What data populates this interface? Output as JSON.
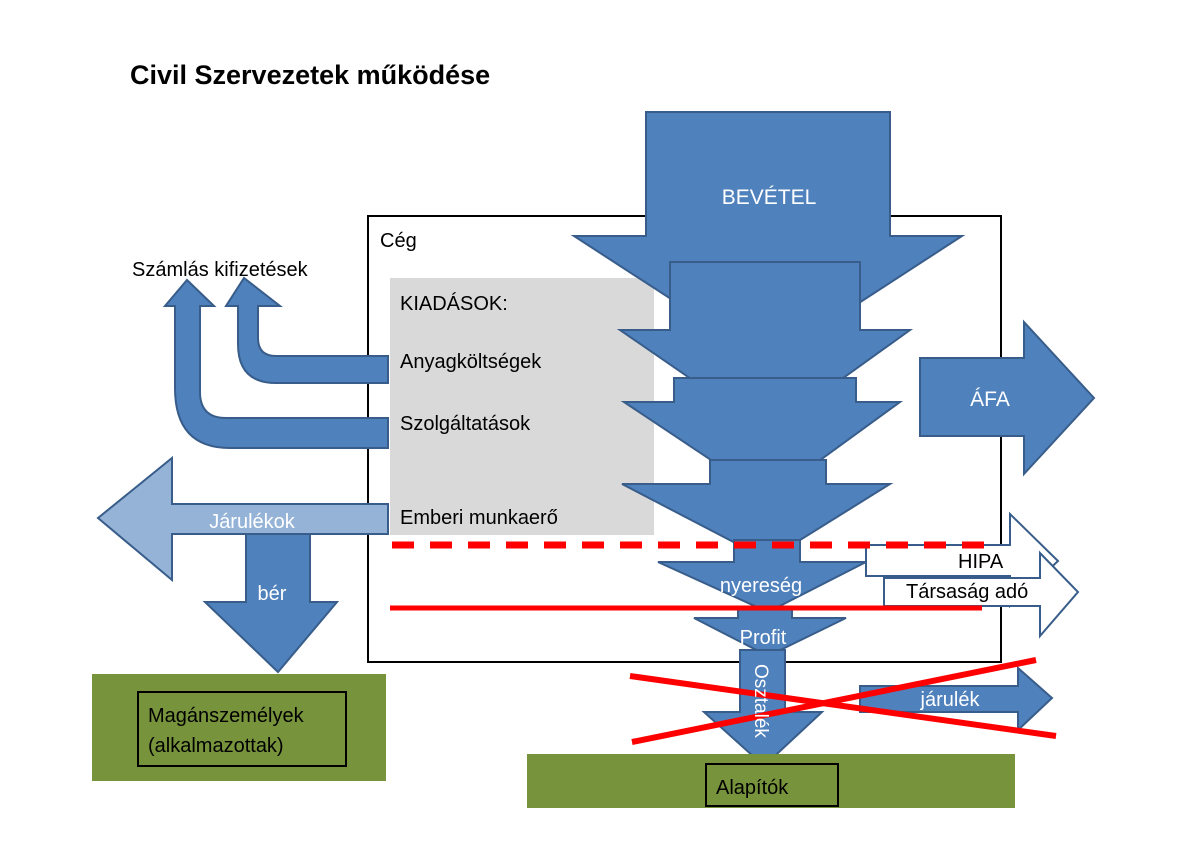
{
  "title": "Civil Szervezetek működése",
  "labels": {
    "revenue": "BEVÉTEL",
    "company": "Cég",
    "invoice_payments": "Számlás kifizetések",
    "expenses_heading": "KIADÁSOK:",
    "material_costs": "Anyagköltségek",
    "services": "Szolgáltatások",
    "labor": "Emberi munkaerő",
    "vat": "ÁFA",
    "contributions": "Járulékok",
    "wage": "bér",
    "local_tax": "HIPA",
    "corporate_tax": "Társaság adó",
    "earnings": "nyereség",
    "profit": "Profit",
    "dividend": "Osztalék",
    "contribution_small": "járulék",
    "private_persons_line1": "Magánszemélyek",
    "private_persons_line2": "(alkalmazottak)",
    "founders": "Alapítók"
  },
  "colors": {
    "arrow_blue": "#4f81bd",
    "arrow_blue_light": "#95b3d7",
    "arrow_edge": "#385d8a",
    "expense_box": "#d9d9d9",
    "recipient_green": "#77933c",
    "cross_red": "#ff0000"
  }
}
